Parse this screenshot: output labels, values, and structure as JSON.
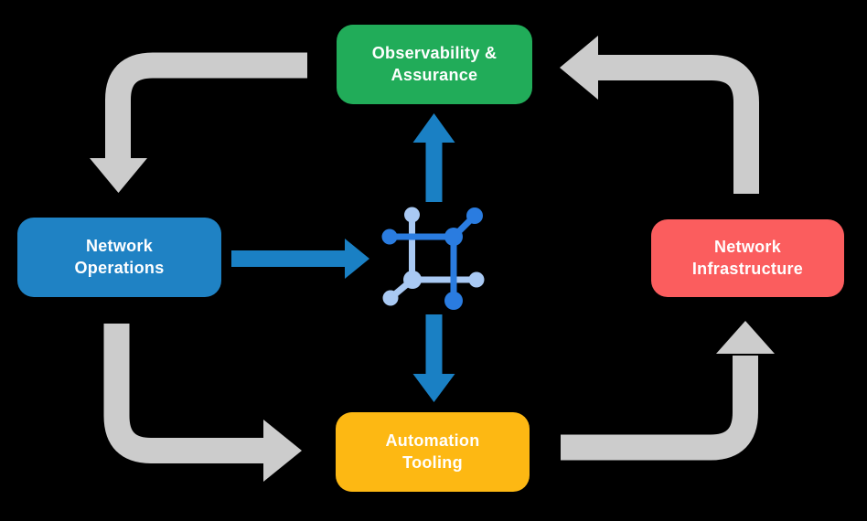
{
  "colors": {
    "background": "#000000",
    "observability_green": "#21AC59",
    "operations_blue": "#1F82C4",
    "infrastructure_red": "#FB5D5E",
    "automation_yellow": "#FDB813",
    "cycle_arrow_gray": "#CCCCCC",
    "process_arrow_blue": "#1A80C4",
    "icon_blue_dark": "#2A7CE0",
    "icon_blue_light": "#A9C9F3",
    "label_text": "#FFFFFF"
  },
  "diagram": {
    "nodes": [
      {
        "id": "observability-assurance",
        "lines": [
          "Observability &",
          "Assurance"
        ],
        "color": "#21AC59"
      },
      {
        "id": "network-operations",
        "lines": [
          "Network",
          "Operations"
        ],
        "color": "#1F82C4"
      },
      {
        "id": "network-infrastructure",
        "lines": [
          "Network",
          "Infrastructure"
        ],
        "color": "#FB5D5E"
      },
      {
        "id": "automation-tooling",
        "lines": [
          "Automation",
          "Tooling"
        ],
        "color": "#FDB813"
      }
    ],
    "center_icon": "network-fabric-icon",
    "cycle_flows": [
      {
        "from": "Observability & Assurance",
        "to": "Network Operations"
      },
      {
        "from": "Network Operations",
        "to": "Automation Tooling"
      },
      {
        "from": "Automation Tooling",
        "to": "Network Infrastructure"
      },
      {
        "from": "Network Infrastructure",
        "to": "Observability & Assurance"
      }
    ],
    "process_flows": [
      {
        "from": "Network Operations",
        "to": "network-fabric-icon"
      },
      {
        "from": "network-fabric-icon",
        "to": "Observability & Assurance"
      },
      {
        "from": "network-fabric-icon",
        "to": "Automation Tooling"
      }
    ]
  }
}
